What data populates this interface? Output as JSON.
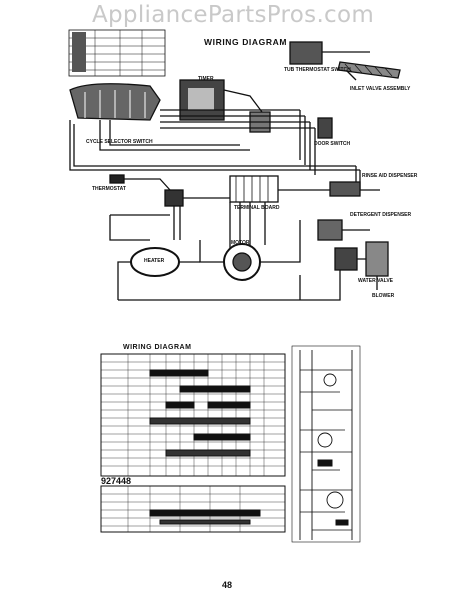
{
  "watermark": "AppliancePartsPros.com",
  "diagram1": {
    "title": "WIRING DIAGRAM",
    "labels": {
      "tub_thermostat_switch": "TUB THERMOSTAT SWITCH",
      "cycle_selector_switch": "CYCLE SELECTOR SWITCH",
      "thermostat": "THERMOSTAT",
      "timer": "TIMER",
      "inlet_valve_assembly": "INLET VALVE ASSEMBLY",
      "door_switch": "DOOR SWITCH",
      "rinse_aid_dispenser": "RINSE AID DISPENSER",
      "terminal_board": "TERMINAL BOARD",
      "heater": "HEATER",
      "motor": "MOTOR",
      "detergent_dispenser": "DETERGENT DISPENSER",
      "water_valve": "WATER VALVE",
      "blower": "BLOWER"
    }
  },
  "diagram2": {
    "title": "WIRING DIAGRAM",
    "part_number": "927448"
  },
  "page_number": "48"
}
